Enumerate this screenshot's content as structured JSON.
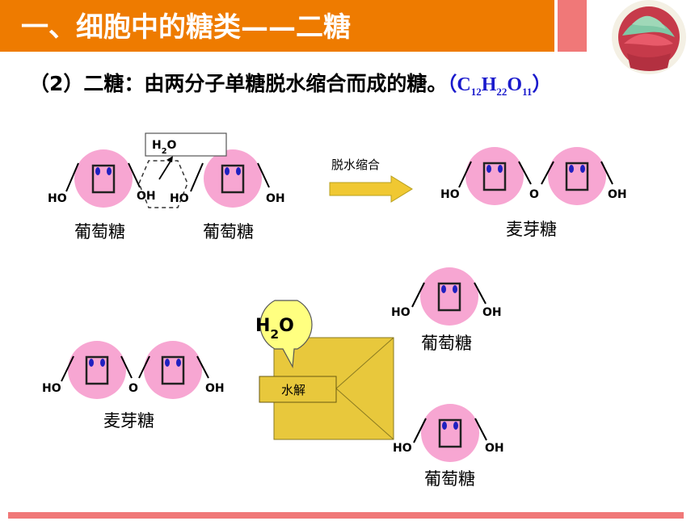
{
  "header": {
    "title": "一、细胞中的糖类——二糖",
    "accent_color": "#ee7b00",
    "secondary_color": "#f07878"
  },
  "subtitle": {
    "text": "（2）二糖：由两分子单糖脱水缩合而成的糖。",
    "formula_open": "（",
    "formula_close": "）",
    "formula_parts": [
      "C",
      "12",
      "H",
      "22",
      "O",
      "11"
    ]
  },
  "synthesis": {
    "water_box": "H2O",
    "arrow_label": "脱水缩合",
    "hydroxyl": "HO",
    "hydroxyl_right": "OH",
    "bridge_o": "O",
    "reactant_name": "葡萄糖",
    "product_name": "麦芽糖"
  },
  "hydrolysis": {
    "water_bubble": "H2O",
    "process_label": "水解",
    "reactant_name": "麦芽糖",
    "product_name": "葡萄糖"
  },
  "colors": {
    "sugar_circle": "#f7a6d2",
    "sugar_square": "#f7a6d2",
    "sugar_eye": "#2020c0",
    "arrow_fill": "#f0c832",
    "hydrolysis_box": "#e8c83c",
    "bubble_fill": "#ffff80"
  }
}
